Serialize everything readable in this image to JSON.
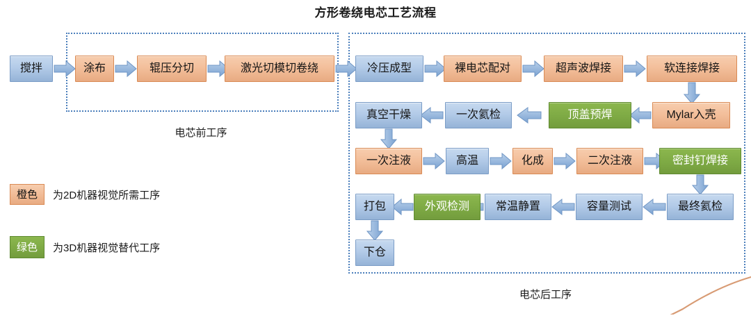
{
  "title": "方形卷绕电芯工艺流程",
  "groups": [
    {
      "id": "pre",
      "caption": "电芯前工序"
    },
    {
      "id": "post",
      "caption": "电芯后工序"
    }
  ],
  "nodes": {
    "n01": {
      "label": "搅拌",
      "color": "blue"
    },
    "n02": {
      "label": "涂布",
      "color": "orange"
    },
    "n03": {
      "label": "辊压分切",
      "color": "orange"
    },
    "n04": {
      "label": "激光切模切卷绕",
      "color": "orange"
    },
    "n05": {
      "label": "冷压成型",
      "color": "blue"
    },
    "n06": {
      "label": "裸电芯配对",
      "color": "orange"
    },
    "n07": {
      "label": "超声波焊接",
      "color": "orange"
    },
    "n08": {
      "label": "软连接焊接",
      "color": "orange"
    },
    "n09": {
      "label": "Mylar入壳",
      "color": "orange"
    },
    "n10": {
      "label": "顶盖预焊",
      "color": "green"
    },
    "n11": {
      "label": "一次氦检",
      "color": "blue"
    },
    "n12": {
      "label": "真空干燥",
      "color": "blue"
    },
    "n13": {
      "label": "一次注液",
      "color": "orange"
    },
    "n14": {
      "label": "高温",
      "color": "blue"
    },
    "n15": {
      "label": "化成",
      "color": "orange"
    },
    "n16": {
      "label": "二次注液",
      "color": "orange"
    },
    "n17": {
      "label": "密封钉焊接",
      "color": "green"
    },
    "n18": {
      "label": "最终氦检",
      "color": "blue"
    },
    "n19": {
      "label": "容量测试",
      "color": "blue"
    },
    "n20": {
      "label": "常温静置",
      "color": "blue"
    },
    "n21": {
      "label": "外观检测",
      "color": "green"
    },
    "n22": {
      "label": "打包",
      "color": "blue"
    },
    "n23": {
      "label": "下仓",
      "color": "blue"
    }
  },
  "legend": [
    {
      "swatch_label": "橙色",
      "color": "orange",
      "text": "为2D机器视觉所需工序"
    },
    {
      "swatch_label": "绿色",
      "color": "green",
      "text": "为3D机器视觉替代工序"
    }
  ],
  "colors": {
    "blue_fill": "#95b3d7",
    "orange_fill": "#e8ab82",
    "green_fill": "#7fab45",
    "arrow_fill": "#8eb4dd",
    "arrow_stroke": "#6f95c4",
    "frame_border": "#4a7ebb",
    "corner_stroke": "#d89b74"
  }
}
